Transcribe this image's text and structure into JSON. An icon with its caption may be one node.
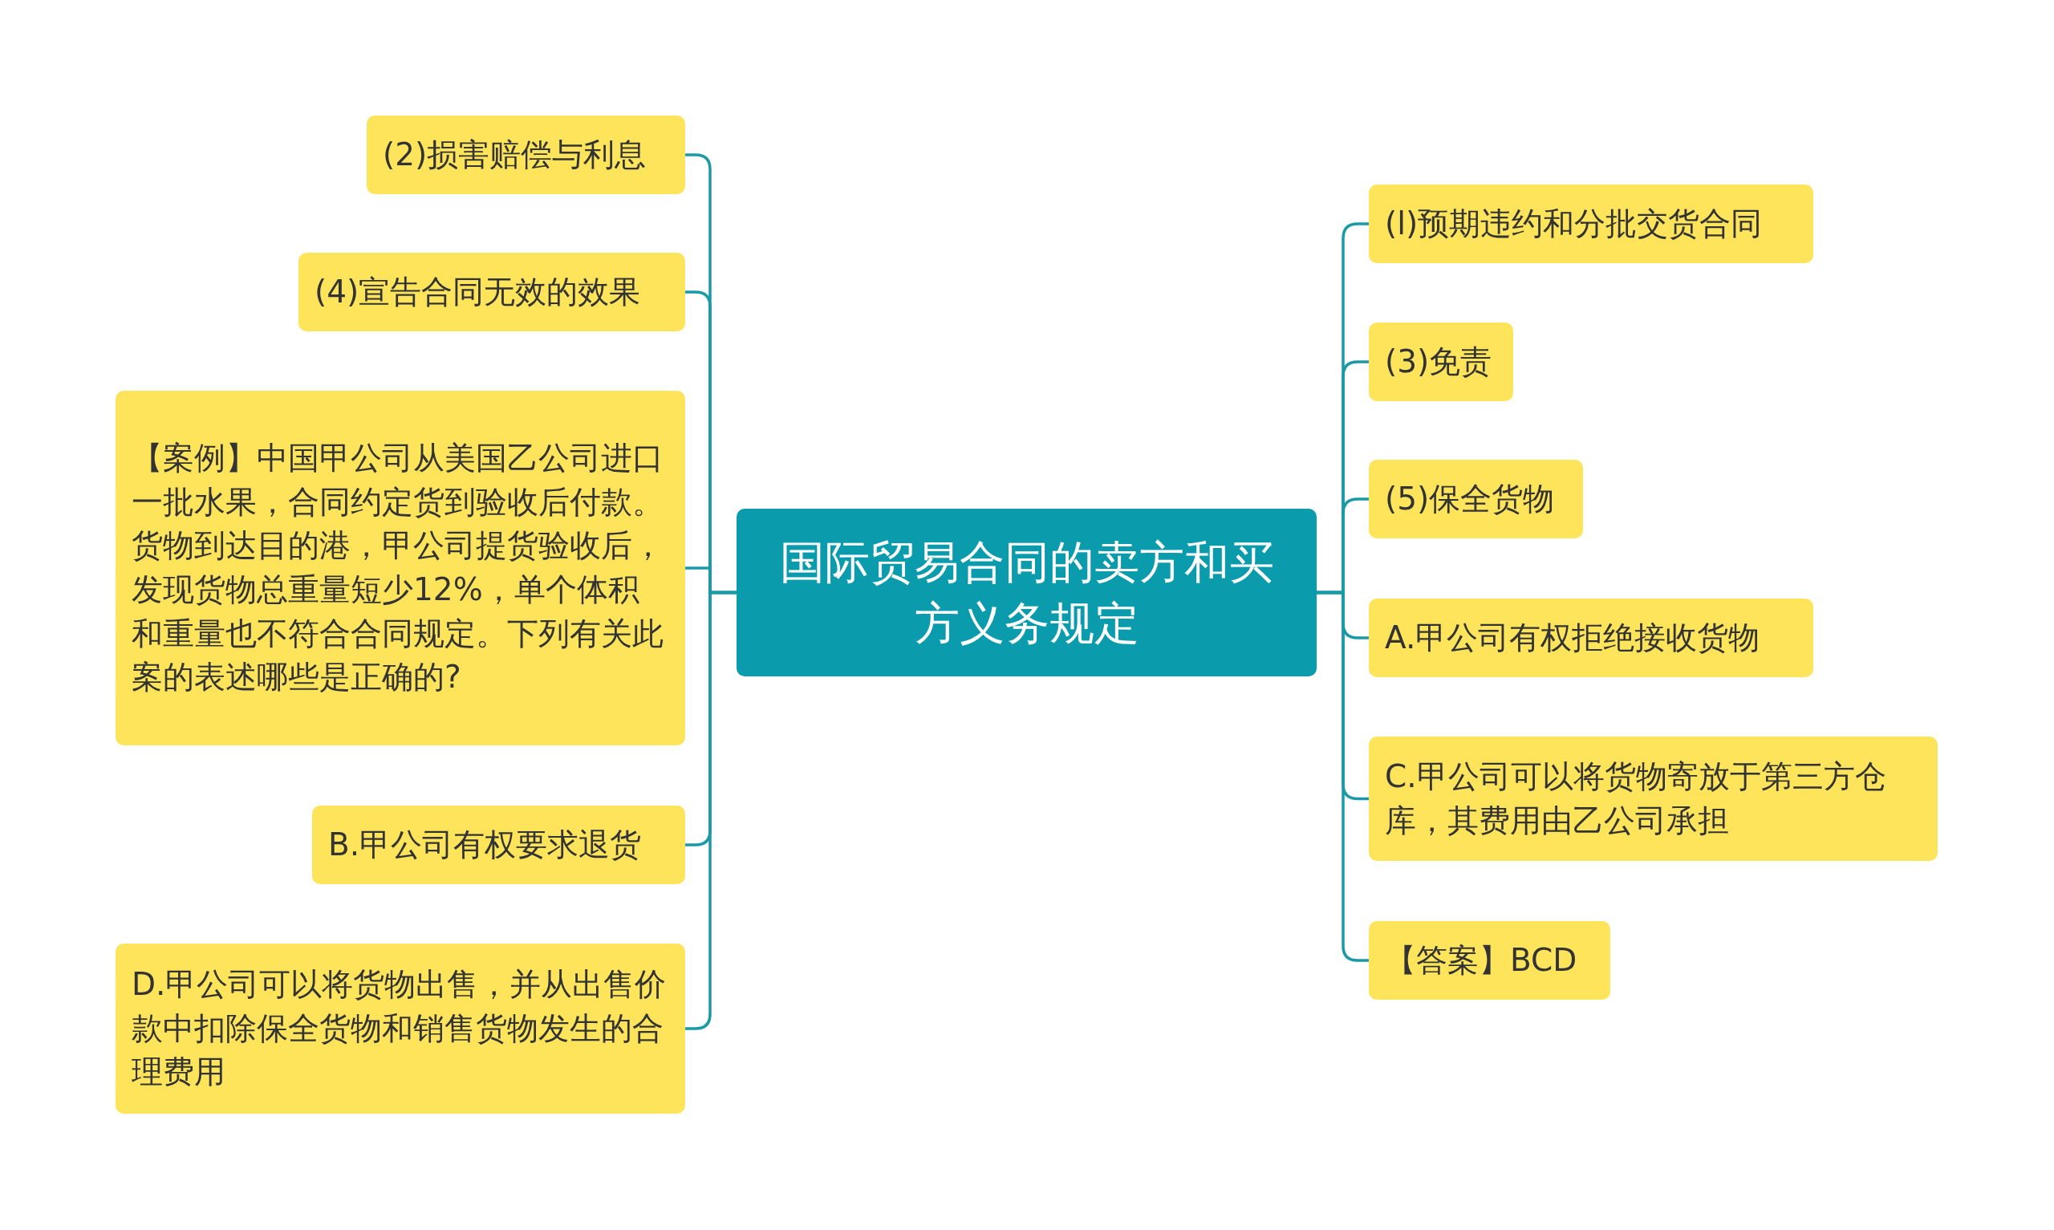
{
  "diagram": {
    "nodes": [
      {
        "text": [
          "国际贸易合同的卖方和买方义务规定"
        ]
      },
      {
        "text": [
          "(2)损害赔偿与利息"
        ]
      },
      {
        "text": [
          "(4)宣告合同无效的效果"
        ]
      },
      {
        "text": [
          "【案例】中国甲公司从美国乙公司进口一批水果，合同约定货到验收后付款。货物到达目的港，甲公司提货验收后，发现货物总重量短少12%，单个体积和重量也不符合合同规定。下列有关此案的表述哪些是正确的?"
        ]
      },
      {
        "text": [
          "B.甲公司有权要求退货"
        ]
      },
      {
        "text": [
          "D.甲公司可以将货物出售，并从出售价款中扣除保全货物和销售货物发生的合理费用"
        ]
      },
      {
        "text": [
          "(l)预期违约和分批交货合同"
        ]
      },
      {
        "text": [
          "(3)免责"
        ]
      },
      {
        "text": [
          "(5)保全货物"
        ]
      },
      {
        "text": [
          "A.甲公司有权拒绝接收货物"
        ]
      },
      {
        "text": [
          "C.甲公司可以将货物寄放于第三方仓库，其费用由乙公司承担"
        ]
      },
      {
        "text": [
          "【答案】BCD"
        ]
      }
    ],
    "edges": [
      {
        "from": 0,
        "to": 1,
        "arrow": "none"
      },
      {
        "from": 0,
        "to": 2,
        "arrow": "none"
      },
      {
        "from": 0,
        "to": 3,
        "arrow": "none"
      },
      {
        "from": 0,
        "to": 4,
        "arrow": "none"
      },
      {
        "from": 0,
        "to": 5,
        "arrow": "none"
      },
      {
        "from": 0,
        "to": 6,
        "arrow": "none"
      },
      {
        "from": 0,
        "to": 7,
        "arrow": "none"
      },
      {
        "from": 0,
        "to": 8,
        "arrow": "none"
      },
      {
        "from": 0,
        "to": 9,
        "arrow": "none"
      },
      {
        "from": 0,
        "to": 10,
        "arrow": "none"
      },
      {
        "from": 0,
        "to": 11,
        "arrow": "none"
      }
    ]
  }
}
